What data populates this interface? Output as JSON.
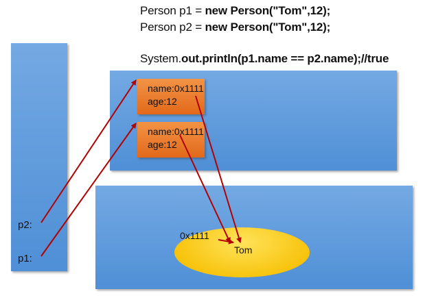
{
  "code": {
    "line1": {
      "plain": "Person p1 = ",
      "bold": "new Person(\"Tom\",12);"
    },
    "line2": {
      "plain": "Person p2 = ",
      "bold": "new Person(\"Tom\",12);"
    },
    "line3": {
      "plain": "System.",
      "bold": "out.println(p1.name == p2.name);//true"
    }
  },
  "stack": {
    "p2_label": "p2:",
    "p1_label": "p1:"
  },
  "heap": {
    "objects": [
      {
        "name_field": "name:0x1111",
        "age_field": "age:12"
      },
      {
        "name_field": "name:0x1111",
        "age_field": "age:12"
      }
    ]
  },
  "string_pool": {
    "address": "0x1111",
    "value": "Tom"
  },
  "colors": {
    "panel": "#5b99dc",
    "object": "#e97a2c",
    "pool": "#f7c20a",
    "arrow": "#b30000"
  }
}
